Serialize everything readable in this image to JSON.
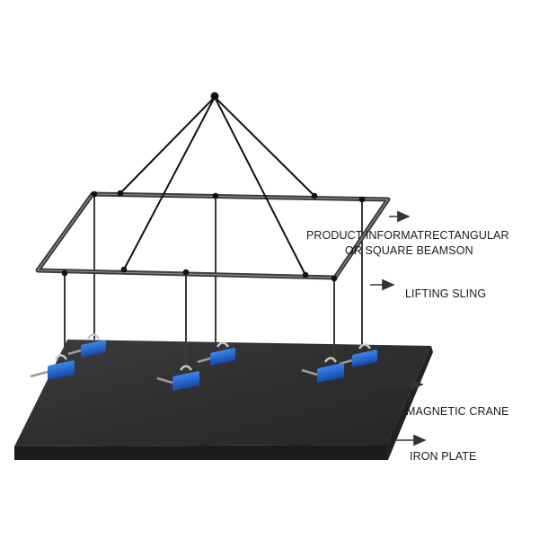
{
  "labels": {
    "frame_line1": "PRODUCT INFORMATRECTANGULAR",
    "frame_line2": "OR SQUARE BEAMSON",
    "lifting_sling": "LIFTING SLING",
    "magnetic_crane": "MAGNETIC CRANE",
    "iron_plate": "IRON PLATE"
  },
  "colors": {
    "frame": "#3a3a3a",
    "sling": "#111111",
    "plate": "#2e2e2e",
    "plate_edge": "#1b1b1b",
    "magnet": "#1e63c9",
    "hanger": "#333333"
  },
  "icons": {
    "magnet": "lifting-magnet-icon",
    "arrow": "right-arrow-icon"
  }
}
